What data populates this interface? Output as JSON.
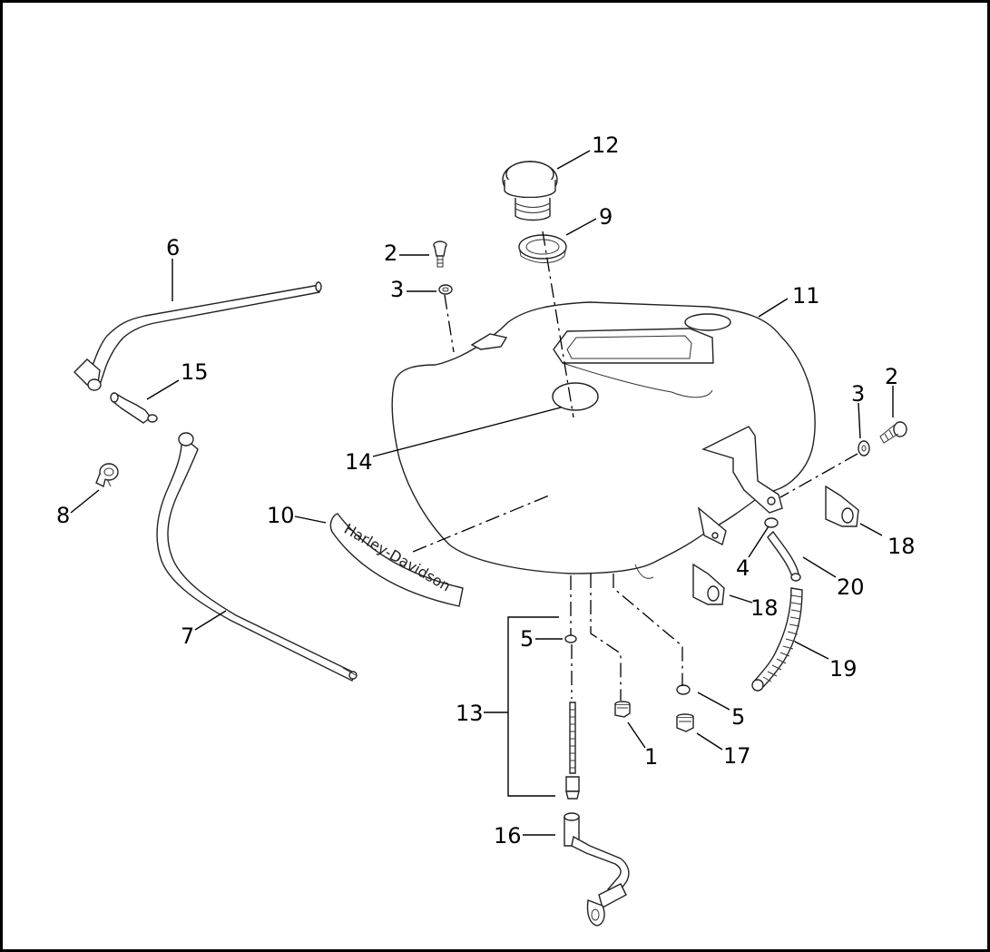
{
  "decal_text": "Harley-Davidson",
  "callouts": {
    "c1": "1",
    "c2a": "2",
    "c2b": "2",
    "c3a": "3",
    "c3b": "3",
    "c4": "4",
    "c5a": "5",
    "c5b": "5",
    "c6": "6",
    "c7": "7",
    "c8": "8",
    "c9": "9",
    "c10": "10",
    "c11": "11",
    "c12": "12",
    "c13": "13",
    "c14": "14",
    "c15": "15",
    "c16": "16",
    "c17": "17",
    "c18a": "18",
    "c18b": "18",
    "c19": "19",
    "c20": "20"
  }
}
